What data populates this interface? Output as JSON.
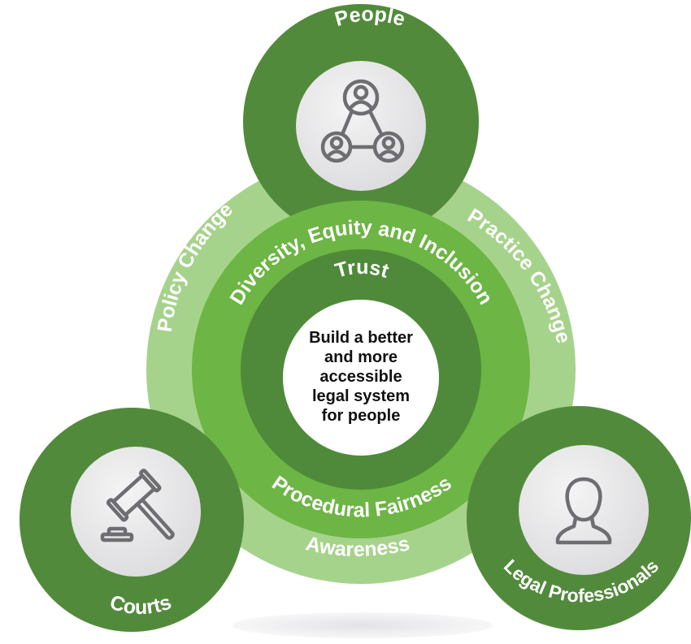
{
  "diagram": {
    "nodes": {
      "top": {
        "label": "People",
        "icon": "people-network-icon"
      },
      "left": {
        "label": "Courts",
        "icon": "gavel-icon"
      },
      "right": {
        "label": "Legal Professionals",
        "icon": "person-icon"
      }
    },
    "outer_ring": {
      "left_label": "Policy Change",
      "right_label": "Practice Change",
      "bottom_label": "Awareness"
    },
    "middle_ring": {
      "top_label": "Diversity, Equity and Inclusion",
      "bottom_label": "Procedural Fairness"
    },
    "inner_ring": {
      "top_label": "Trust"
    },
    "center": {
      "lines": [
        "Build a better",
        "and more",
        "accessible",
        "legal system",
        "for people"
      ]
    },
    "colors": {
      "dark_green": "#528a3c",
      "medium_green": "#6db544",
      "light_green": "#a6d38b",
      "inner_green": "#4e8a39",
      "icon_circle": "#e8e8ea",
      "icon_stroke": "#6d6d72",
      "text_light": "#ffffff",
      "text_dark": "#111111"
    }
  }
}
